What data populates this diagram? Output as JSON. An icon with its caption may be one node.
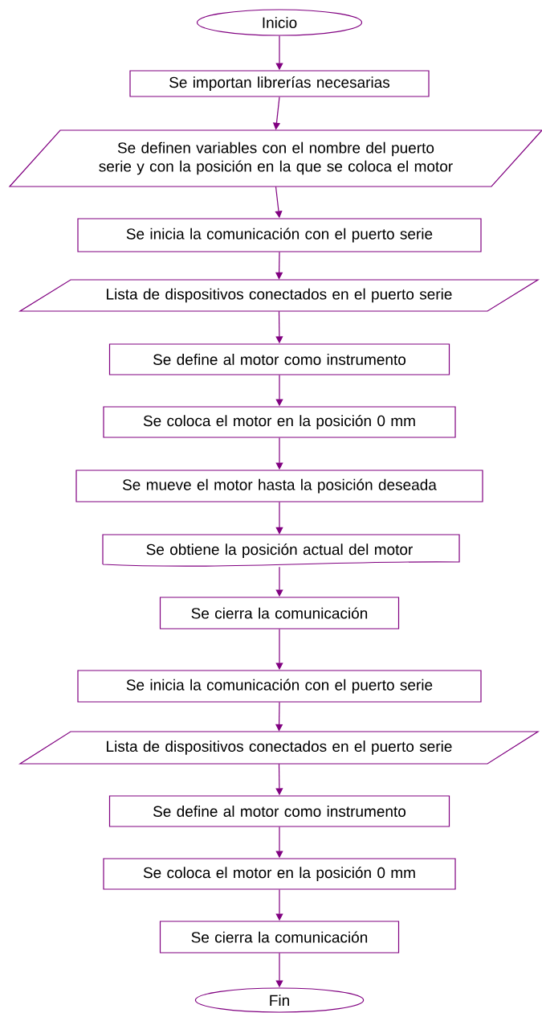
{
  "diagram": {
    "nodes": [
      {
        "text": [
          "Inicio"
        ]
      },
      {
        "text": [
          "Se importan librerías necesarias"
        ]
      },
      {
        "text": [
          "Se definen variables con el nombre del puerto serie y con la posición en la que se coloca el motor"
        ]
      },
      {
        "text": [
          "Se inicia la comunicación con el puerto serie"
        ]
      },
      {
        "text": [
          "Lista de dispositivos conectados en el puerto serie"
        ]
      },
      {
        "text": [
          "Se define al motor como instrumento"
        ]
      },
      {
        "text": [
          "Se coloca el motor en la posición 0 mm"
        ]
      },
      {
        "text": [
          "Se mueve el motor hasta la posición deseada"
        ]
      },
      {
        "text": [
          "Se obtiene la posición actual del motor"
        ]
      },
      {
        "text": [
          "Se cierra la comunicación"
        ]
      },
      {
        "text": [
          "Se inicia la comunicación con el puerto serie"
        ]
      },
      {
        "text": [
          "Lista de dispositivos conectados en el puerto serie"
        ]
      },
      {
        "text": [
          "Se define al motor como instrumento"
        ]
      },
      {
        "text": [
          "Se coloca el motor en la posición 0 mm"
        ]
      },
      {
        "text": [
          "Se cierra la comunicación"
        ]
      },
      {
        "text": [
          "Fin"
        ]
      }
    ],
    "edges": [
      {
        "from": 0,
        "to": 1,
        "arrow": "to"
      },
      {
        "from": 1,
        "to": 2,
        "arrow": "to"
      },
      {
        "from": 2,
        "to": 3,
        "arrow": "to"
      },
      {
        "from": 3,
        "to": 4,
        "arrow": "to"
      },
      {
        "from": 4,
        "to": 5,
        "arrow": "to"
      },
      {
        "from": 5,
        "to": 6,
        "arrow": "to"
      },
      {
        "from": 6,
        "to": 7,
        "arrow": "to"
      },
      {
        "from": 7,
        "to": 8,
        "arrow": "to"
      },
      {
        "from": 8,
        "to": 9,
        "arrow": "to"
      },
      {
        "from": 9,
        "to": 10,
        "arrow": "to"
      },
      {
        "from": 10,
        "to": 11,
        "arrow": "to"
      },
      {
        "from": 11,
        "to": 12,
        "arrow": "to"
      },
      {
        "from": 12,
        "to": 13,
        "arrow": "to"
      },
      {
        "from": 13,
        "to": 14,
        "arrow": "to"
      },
      {
        "from": 14,
        "to": 15,
        "arrow": "to"
      }
    ]
  }
}
